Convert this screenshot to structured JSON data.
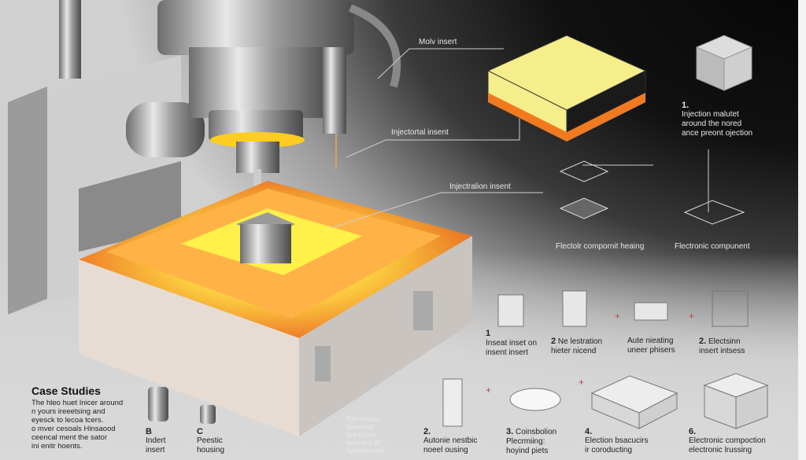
{
  "callouts": {
    "mold_insert": "Molv insert",
    "injection_insert_1": "Injectortal insent",
    "injection_insert_2": "Injectralion insent",
    "pre_inserts": [
      "Pre-inselts",
      "Inserlind",
      "the round",
      "hnecard of",
      "hjer|pressse"
    ]
  },
  "top_right": {
    "number": "1.",
    "text": [
      "Injection malutet",
      "around the nored",
      "ance preont ojection"
    ]
  },
  "diagram_labels": {
    "composite_housing": "Flectolr compornit heaing",
    "electronic_component": "Flectronic compunent"
  },
  "steps_row1": [
    {
      "number": "1",
      "text": [
        "Inseat inset on",
        "insent insert"
      ]
    },
    {
      "number": "2",
      "text": [
        "Ne lestration",
        "hieter nicend"
      ]
    },
    {
      "number": "",
      "text": [
        "Aute nieating",
        "uneer phisers"
      ]
    },
    {
      "number": "2.",
      "text": [
        "Electsinn",
        "insert intsess"
      ]
    }
  ],
  "case_studies": {
    "title": "Case Studies",
    "body": [
      "The hleo huet Inicer around",
      "n yours ireeetsing and",
      "eyesck to lecoa tcers.",
      "o mver cesoals Hinsaood",
      "ceencal ment the sator",
      "ini enitr hoents."
    ],
    "items": [
      {
        "letter": "B",
        "text": [
          "Indert",
          "insert"
        ]
      },
      {
        "letter": "C",
        "text": [
          "Peestic",
          "housing"
        ]
      }
    ]
  },
  "steps_row2": [
    {
      "number": "2.",
      "text": [
        "Autonie nestbic",
        "noeel ousing"
      ]
    },
    {
      "number": "3.",
      "title": "Coinsbolion",
      "text": [
        "Plecrmiing:",
        "hoyind piets"
      ]
    },
    {
      "number": "4.",
      "text": [
        "Election bsacucirs",
        "ir coroducting"
      ]
    },
    {
      "number": "6.",
      "text": [
        "Electronic compoction",
        "electronic lrussing"
      ]
    }
  ],
  "colors": {
    "glow": "#ffe84a",
    "orange": "#f07a20",
    "dark": "#0a0a0a"
  }
}
